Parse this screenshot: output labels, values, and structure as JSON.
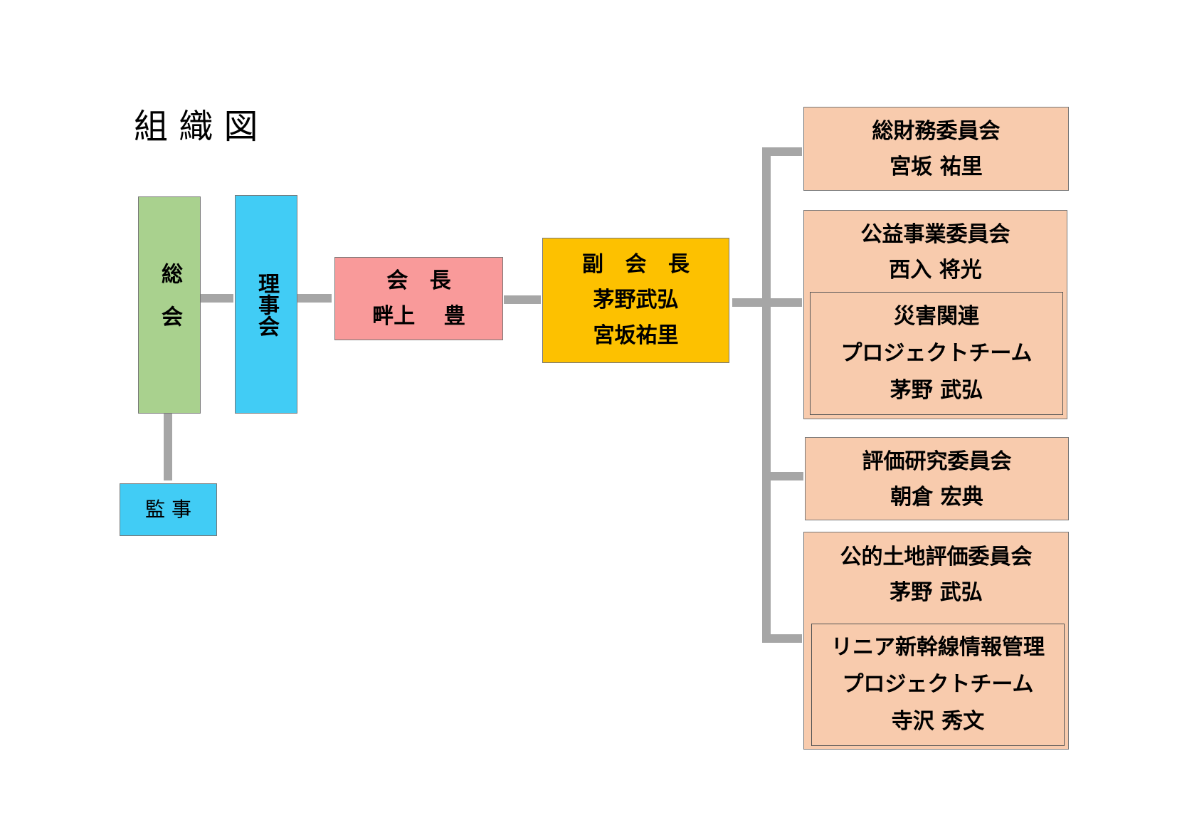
{
  "title": "組 織 図",
  "general_meeting": "総会",
  "board": "理事会",
  "auditor": "監 事",
  "president": {
    "role": "会 長",
    "name": "畔上 豊"
  },
  "vice_president": {
    "role": "副 会 長",
    "names": [
      "茅野武弘",
      "宮坂祐里"
    ]
  },
  "committees": [
    {
      "name": "総財務委員会",
      "chair": "宮坂 祐里"
    },
    {
      "name": "公益事業委員会",
      "chair": "西入 将光",
      "project": {
        "lines": [
          "災害関連",
          "プロジェクトチーム",
          "茅野 武弘"
        ]
      }
    },
    {
      "name": "評価研究委員会",
      "chair": "朝倉 宏典"
    },
    {
      "name": "公的土地評価委員会",
      "chair": "茅野 武弘",
      "project": {
        "lines": [
          "リニア新幹線情報管理",
          "プロジェクトチーム",
          "寺沢 秀文"
        ]
      }
    }
  ],
  "colors": {
    "general_meeting": "#a9d18e",
    "board": "#41ccf5",
    "auditor": "#41ccf5",
    "president": "#f99a9a",
    "vice_president": "#fdc100",
    "committee": "#f8cbad",
    "connector": "#a6a6a6"
  }
}
